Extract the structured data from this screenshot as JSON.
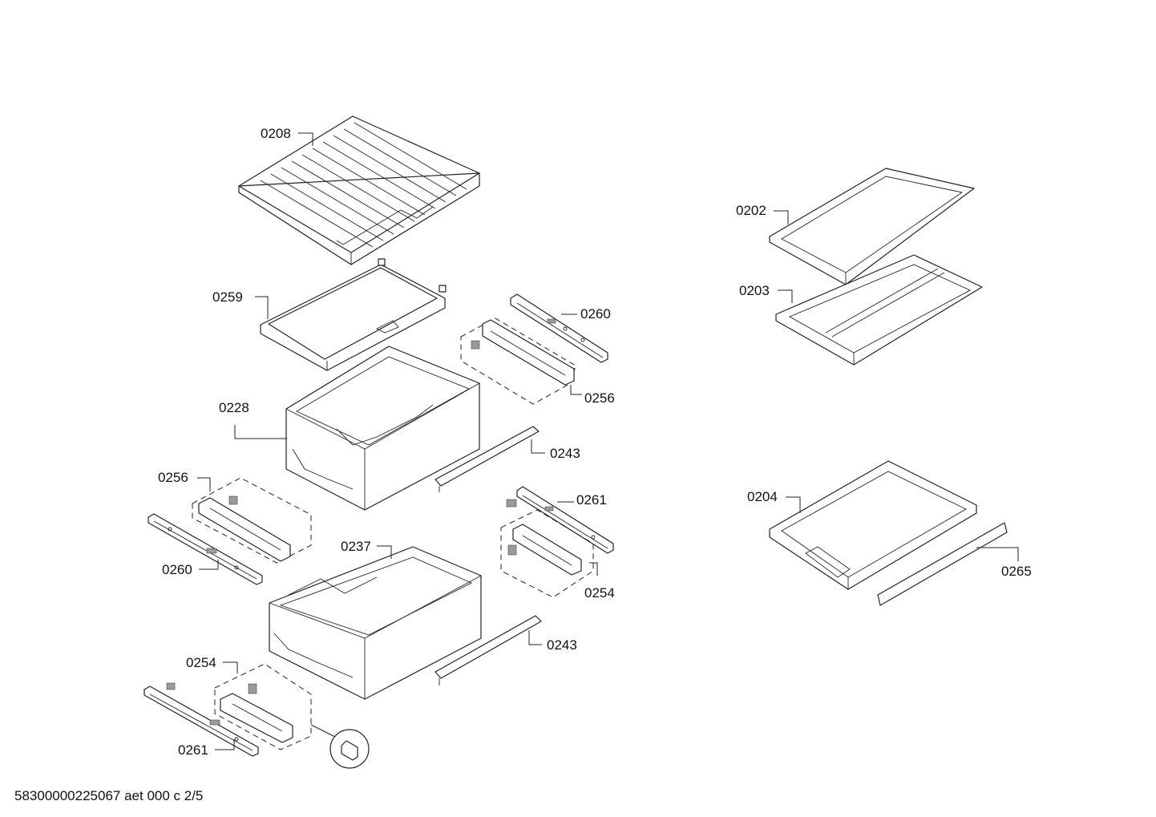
{
  "labels": {
    "l0208": "0208",
    "l0259": "0259",
    "l0260a": "0260",
    "l0256a": "0256",
    "l0228": "0228",
    "l0243a": "0243",
    "l0256b": "0256",
    "l0261a": "0261",
    "l0237": "0237",
    "l0260b": "0260",
    "l0254a": "0254",
    "l0243b": "0243",
    "l0254b": "0254",
    "l0261b": "0261",
    "l0202": "0202",
    "l0203": "0203",
    "l0204": "0204",
    "l0265": "0265"
  },
  "footer": {
    "document_code": "58300000225067 aet 000 c 2/5"
  },
  "colors": {
    "line": "#222222",
    "background": "#ffffff"
  }
}
